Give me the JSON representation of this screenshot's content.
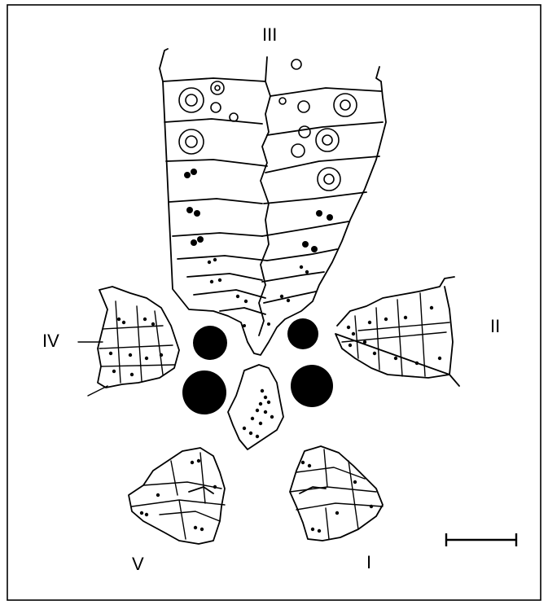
{
  "labels": {
    "ambulacrum_1": "I",
    "ambulacrum_2": "II",
    "ambulacrum_3": "III",
    "ambulacrum_4": "IV",
    "ambulacrum_5": "V"
  }
}
